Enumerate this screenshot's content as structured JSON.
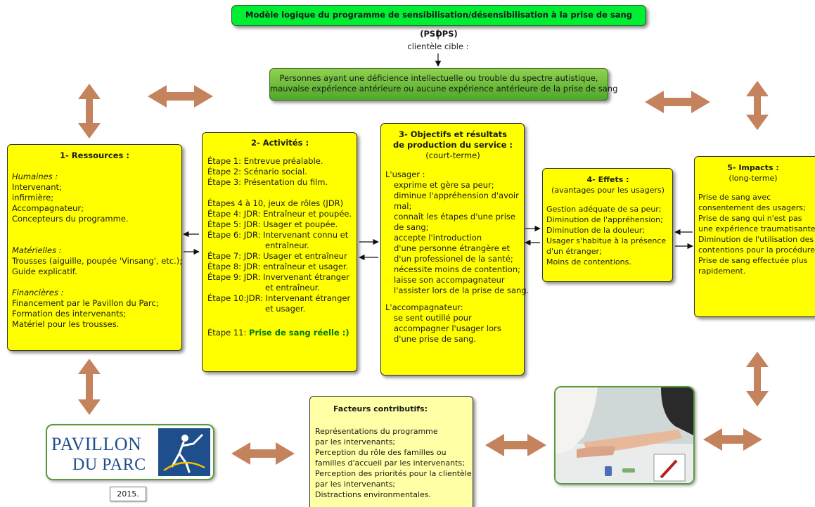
{
  "title": "Modèle logique du programme de sensibilisation/désensibilisation à la prise de sang (PSDPS)",
  "target_label": "clientèle cible :",
  "target": {
    "line1": "Personnes ayant une déficience intellectuelle ou trouble du spectre autistique,",
    "line2": "mauvaise expérience antérieure ou aucune expérience antérieure de la prise de sang"
  },
  "resources": {
    "heading": "1- Ressources :",
    "human_title": "Humaines :",
    "human": [
      "Intervenant;",
      "infirmière;",
      "Accompagnateur;",
      "Concepteurs du programme."
    ],
    "material_title": "Matérielles :",
    "material": [
      "Trousses (aiguille, poupée 'Vinsang', etc.);",
      "Guide explicatif."
    ],
    "financial_title": "Financières :",
    "financial": [
      "Financement par le Pavillon du Parc;",
      "Formation des intervenants;",
      "Matériel pour les trousses."
    ]
  },
  "activities": {
    "heading": "2- Activités :",
    "steps_a": [
      "Étape 1: Entrevue préalable.",
      "Étape 2: Scénario social.",
      "Étape 3: Présentation du film."
    ],
    "steps_b": [
      {
        "text": "Étapes 4 à 10, jeux de rôles (JDR)"
      },
      {
        "text": "Étape 4: JDR: Entraîneur et poupée."
      },
      {
        "text": "Étape 5: JDR: Usager et poupée."
      },
      {
        "text": "Étape 6: JDR: Intervenant connu et"
      },
      {
        "text": "entraîneur.",
        "hang": true
      },
      {
        "text": "Étape 7: JDR: Usager et entraîneur"
      },
      {
        "text": "Étape 8: JDR: entraîneur et usager."
      },
      {
        "text": "Étape 9: JDR: Invervenant étranger"
      },
      {
        "text": "et entraîneur.",
        "hang": true
      },
      {
        "text": "Étape 10:JDR: Intervenant étranger"
      },
      {
        "text": "et usager.",
        "hang": true
      }
    ],
    "step11_prefix": "Étape 11: ",
    "step11_highlight": "Prise de sang réelle  :)"
  },
  "objectives": {
    "heading1": "3- Objectifs et résultats",
    "heading2": "de production du service :",
    "term": "(court-terme)",
    "user_title": "L'usager :",
    "user_lines": [
      "exprime et gère sa peur;",
      "diminue l'appréhension d'avoir",
      "mal;",
      "connaît les étapes d'une prise",
      "de sang;",
      "accepte l'introduction",
      "d'une personne étrangère et",
      "d'un professionel de la santé;",
      "nécessite moins de contention;",
      "laisse son accompagnateur",
      "l'assister lors de la prise de sang."
    ],
    "companion_title": "L'accompagnateur:",
    "companion_lines": [
      "se sent outillé pour",
      "accompagner l'usager lors",
      "d'une prise de sang."
    ]
  },
  "effects": {
    "heading": "4- Effets :",
    "sub": "(avantages pour les usagers)",
    "lines": [
      "Gestion adéquate de sa peur;",
      "Diminution de l'appréhension;",
      "Diminution de la douleur;",
      "Usager s'habitue à la présence",
      "d'un étranger;",
      "Moins de contentions."
    ]
  },
  "impacts": {
    "heading": "5- Impacts :",
    "sub": "(long-terme)",
    "lines": [
      "Prise de sang avec",
      "consentement des usagers;",
      "Prise de sang qui n'est pas",
      "une expérience traumatisante;",
      "Diminution de l'utilisation des",
      "contentions pour la procédure;",
      "Prise de sang effectuée plus",
      "rapidement."
    ]
  },
  "factors": {
    "heading": "Facteurs contributifs:",
    "lines": [
      "Représentations du programme",
      "par les intervenants;",
      "Perception du rôle des familles ou",
      "familles d'accueil par les intervenants;",
      "Perception des priorités pour la clientèle",
      "par les intervenants;",
      "Distractions environmentales."
    ]
  },
  "logo": {
    "line1": "PAVILLON",
    "line2": "DU PARC"
  },
  "year": "2015.",
  "colors": {
    "title_bg": "#00ee33",
    "box_yellow": "#ffff00",
    "box_pale": "#ffffa6",
    "arrow_brown": "#c4825d",
    "logo_blue": "#1f4e8c"
  }
}
